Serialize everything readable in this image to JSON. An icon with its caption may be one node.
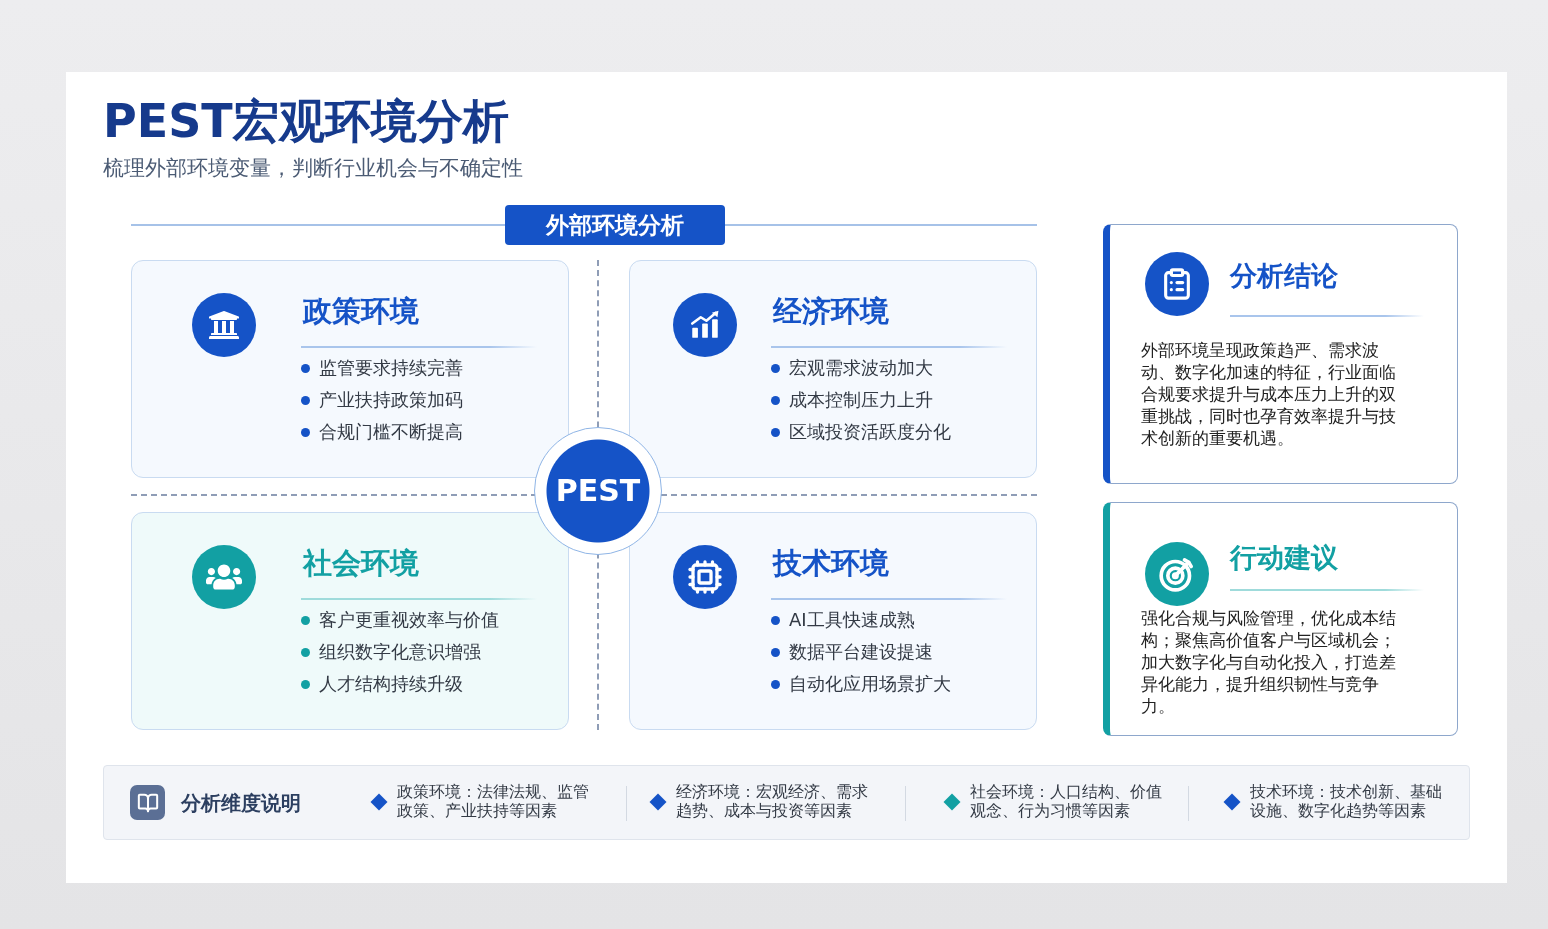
{
  "diagram": {
    "title": "PEST宏观环境分析",
    "nodes": [
      {
        "text": [
          "外部环境分析"
        ]
      },
      {
        "text": [
          "政策环境",
          "监管要求持续完善",
          "产业扶持政策加码",
          "合规门槛不断提高"
        ]
      },
      {
        "text": [
          "经济环境",
          "宏观需求波动加大",
          "成本控制压力上升",
          "区域投资活跃度分化"
        ]
      },
      {
        "text": [
          "社会环境",
          "客户更重视效率与价值",
          "组织数字化意识增强",
          "人才结构持续升级"
        ]
      },
      {
        "text": [
          "技术环境",
          "AI工具快速成熟",
          "数据平台建设提速",
          "自动化应用场景扩大"
        ]
      },
      {
        "text": [
          "PEST"
        ]
      },
      {
        "text": [
          "分析结论",
          "外部环境呈现政策趋严、需求波动、数字化加速的特征，行业面临合规要求提升与成本压力上升的双重挑战，同时也孕育效率提升与技术创新的重要机遇。"
        ]
      },
      {
        "text": [
          "行动建议",
          "强化合规与风险管理，优化成本结构；聚焦高价值客户与区域机会；加大数字化与自动化投入，打造差异化能力，提升组织韧性与竞争力。"
        ]
      },
      {
        "text": [
          "分析维度说明",
          "政策环境：法律法规、监管政策、产业扶持等因素",
          "经济环境：宏观经济、需求趋势、成本与投资等因素",
          "社会环境：人口结构、价值观念、行为习惯等因素",
          "技术环境：技术创新、基础设施、数字化趋势等因素"
        ]
      }
    ],
    "labels": [
      "梳理外部环境变量，判断行业机会与不确定性"
    ]
  }
}
